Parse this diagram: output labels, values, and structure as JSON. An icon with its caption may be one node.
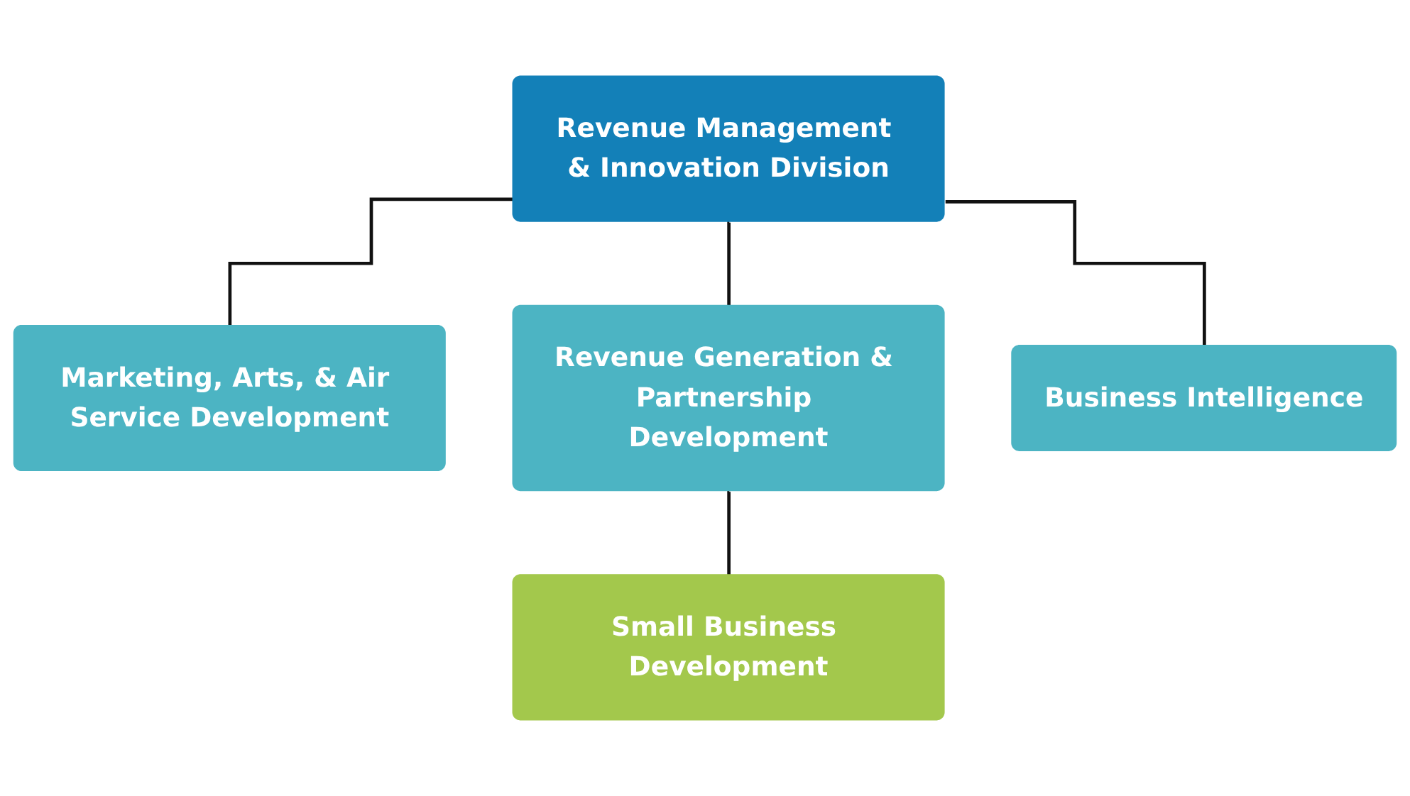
{
  "diagram": {
    "nodes": [
      {
        "text": [
          "Revenue Management & Innovation Division"
        ]
      },
      {
        "text": [
          "Marketing, Arts, & Air Service Development"
        ]
      },
      {
        "text": [
          "Revenue Generation & Partnership Development"
        ]
      },
      {
        "text": [
          "Business Intelligence"
        ]
      },
      {
        "text": [
          "Small Business Development"
        ]
      }
    ],
    "edges": [
      {
        "from": 0,
        "to": 1,
        "arrow": "none"
      },
      {
        "from": 0,
        "to": 2,
        "arrow": "none"
      },
      {
        "from": 0,
        "to": 3,
        "arrow": "none"
      },
      {
        "from": 2,
        "to": 4,
        "arrow": "none"
      }
    ]
  }
}
